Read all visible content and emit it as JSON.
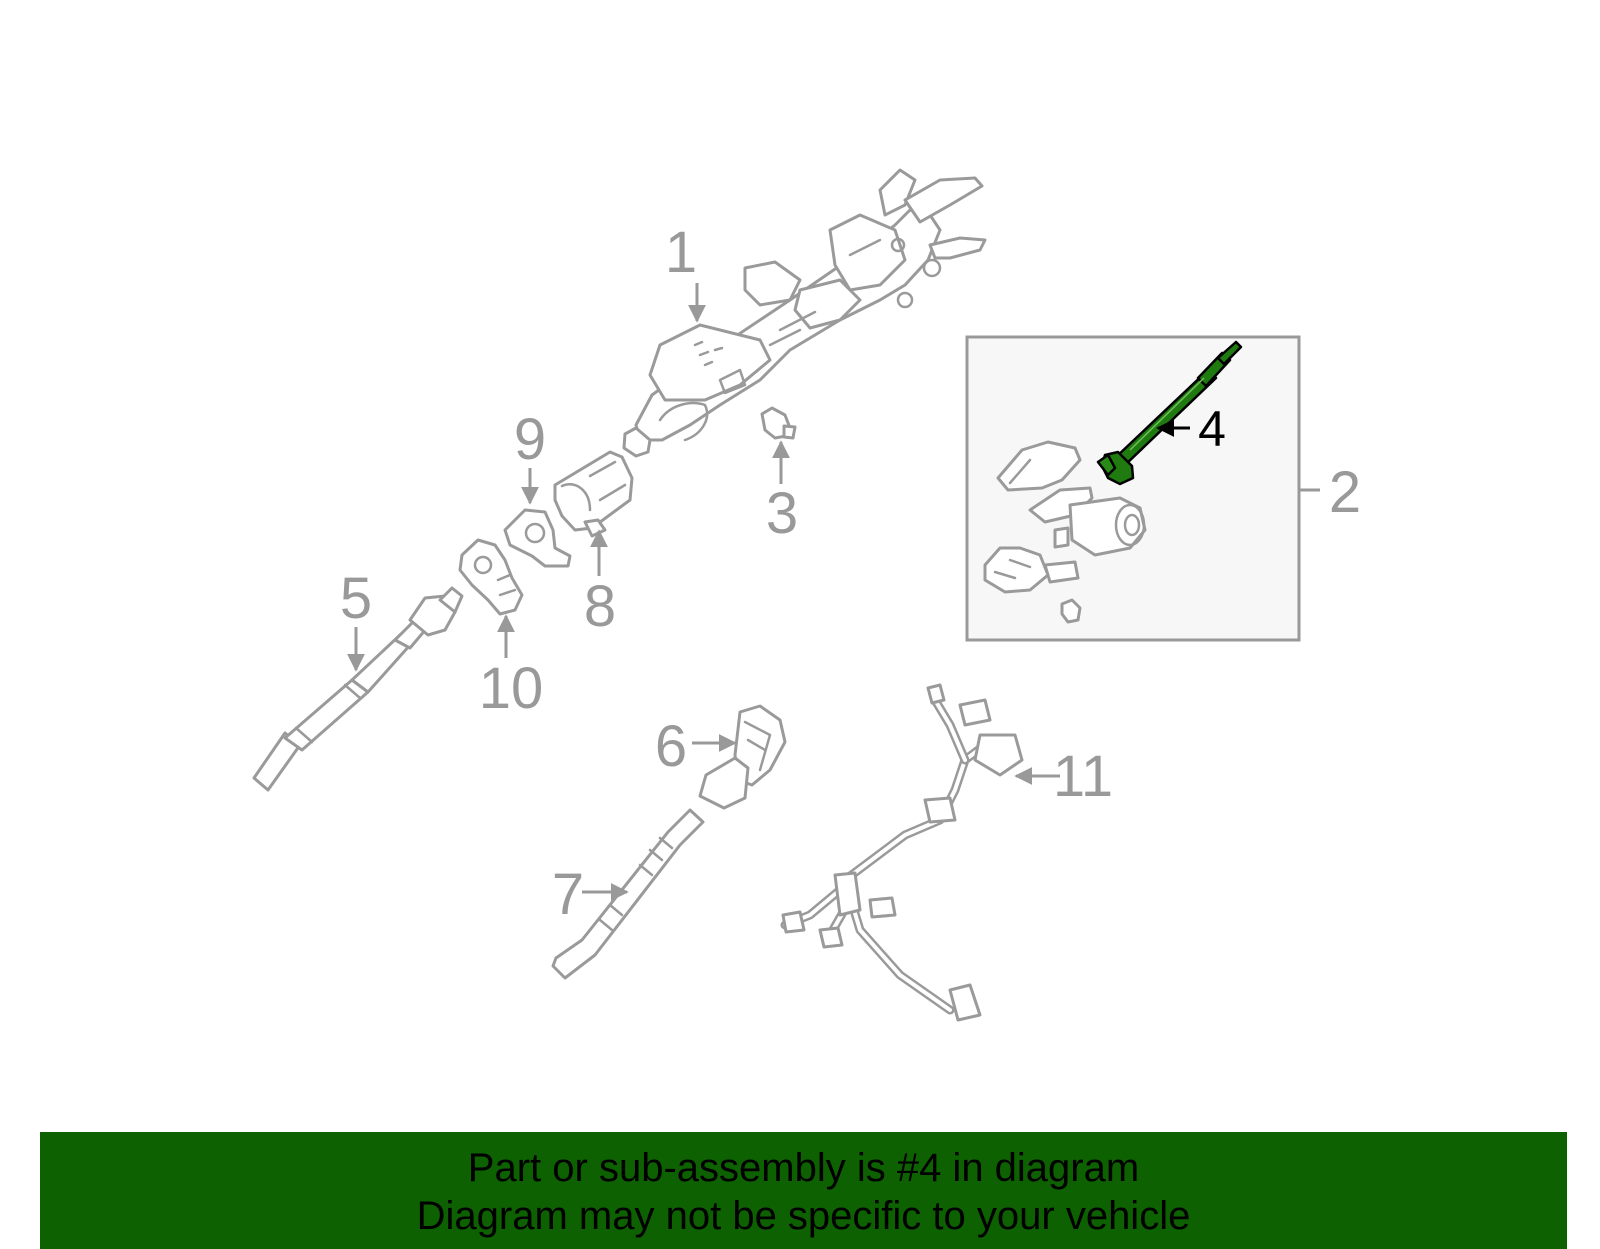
{
  "callouts": {
    "c1": "1",
    "c2": "2",
    "c3": "3",
    "c4": "4",
    "c5": "5",
    "c6": "6",
    "c7": "7",
    "c8": "8",
    "c9": "9",
    "c10": "10",
    "c11": "11"
  },
  "banner": {
    "line1": "Part or sub-assembly is #4 in diagram",
    "line2": "Diagram may not be specific to your vehicle"
  },
  "colors": {
    "banner_bg": "#0d6100",
    "highlight_part": "#1f7a10",
    "part_line": "#9a9a9a",
    "callout_text": "#999999",
    "inset_bg": "#f7f7f7"
  }
}
